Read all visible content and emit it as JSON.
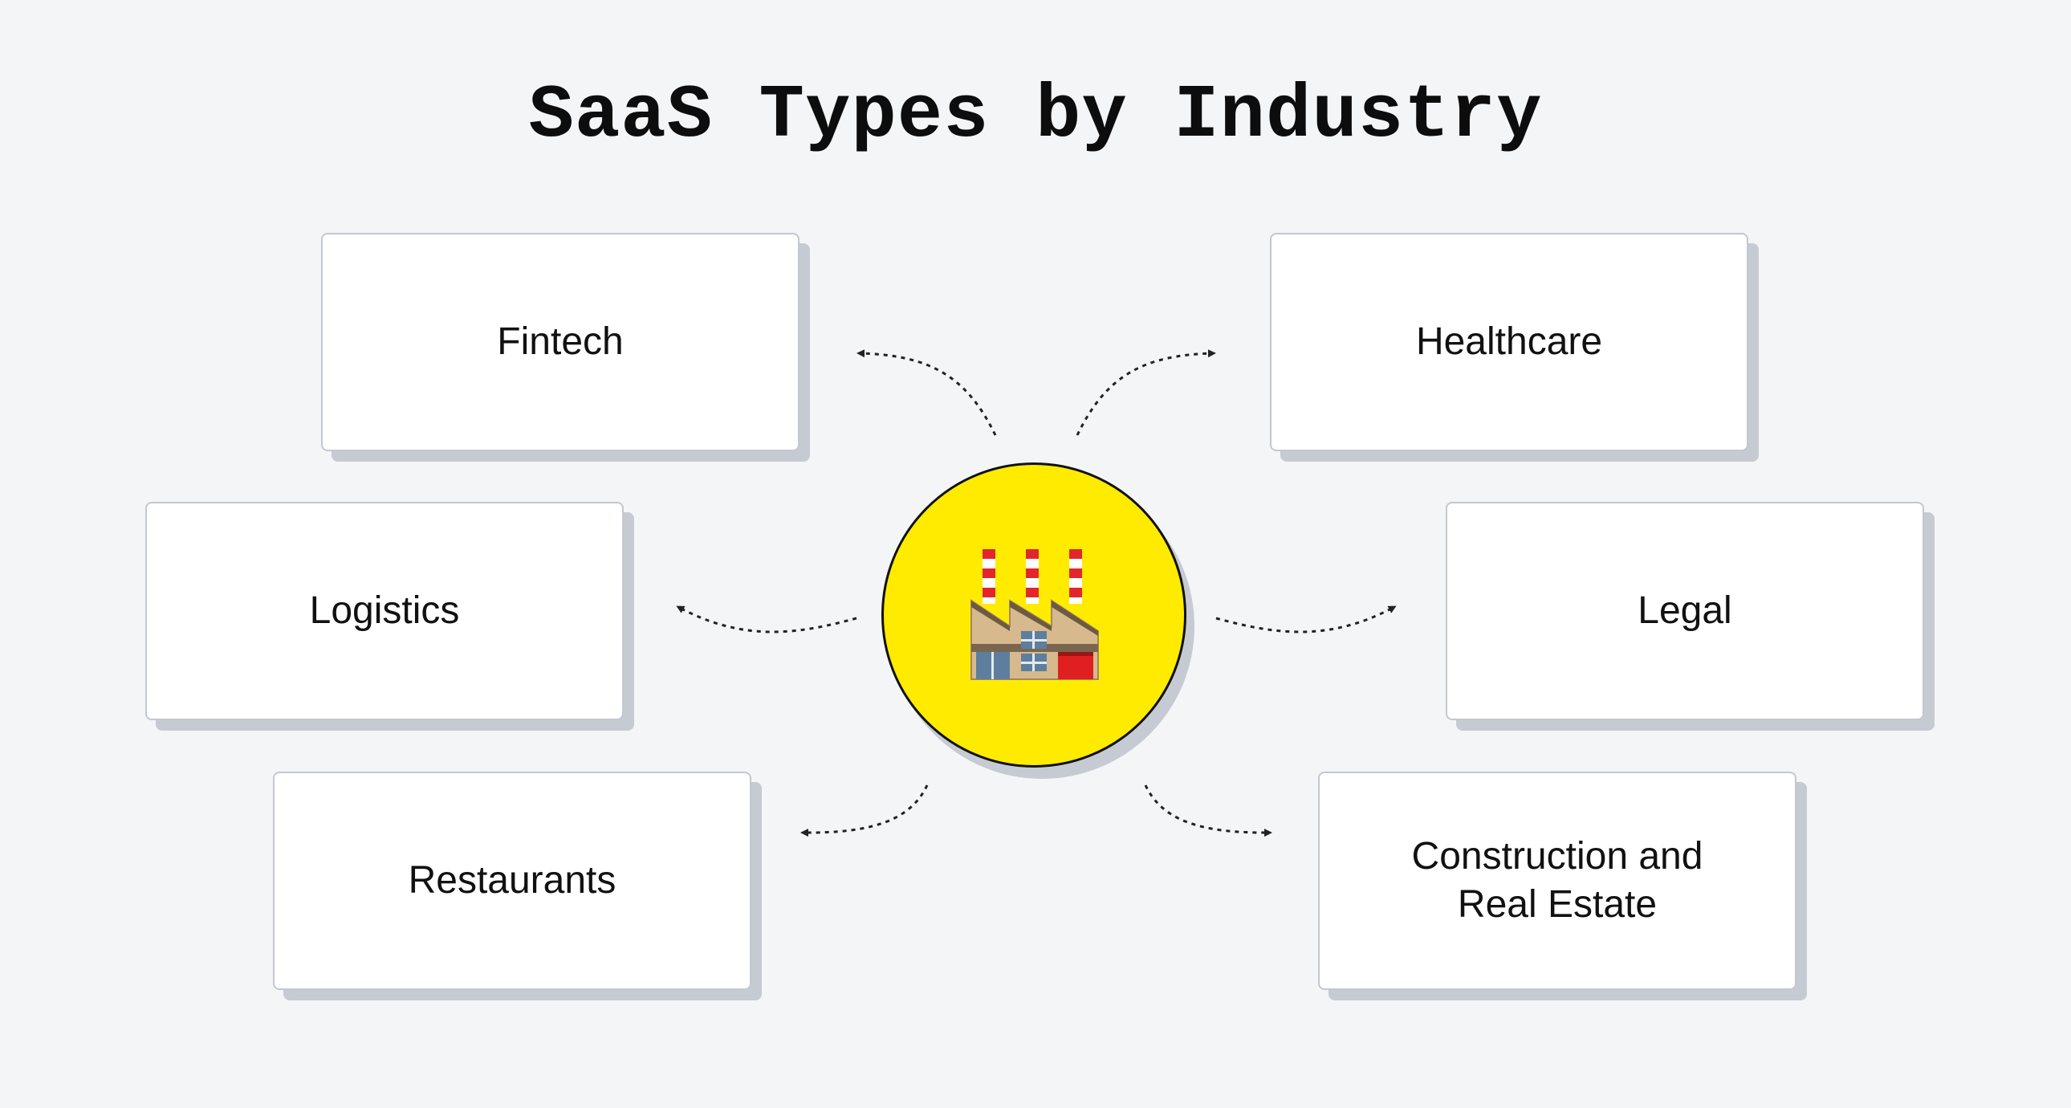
{
  "title": "SaaS Types by Industry",
  "hub": {
    "icon": "factory-icon",
    "color": "#ffeb00"
  },
  "industries": [
    {
      "label": "Fintech"
    },
    {
      "label": "Healthcare"
    },
    {
      "label": "Logistics"
    },
    {
      "label": "Legal"
    },
    {
      "label": "Restaurants"
    },
    {
      "label": "Construction and\nReal Estate"
    }
  ]
}
